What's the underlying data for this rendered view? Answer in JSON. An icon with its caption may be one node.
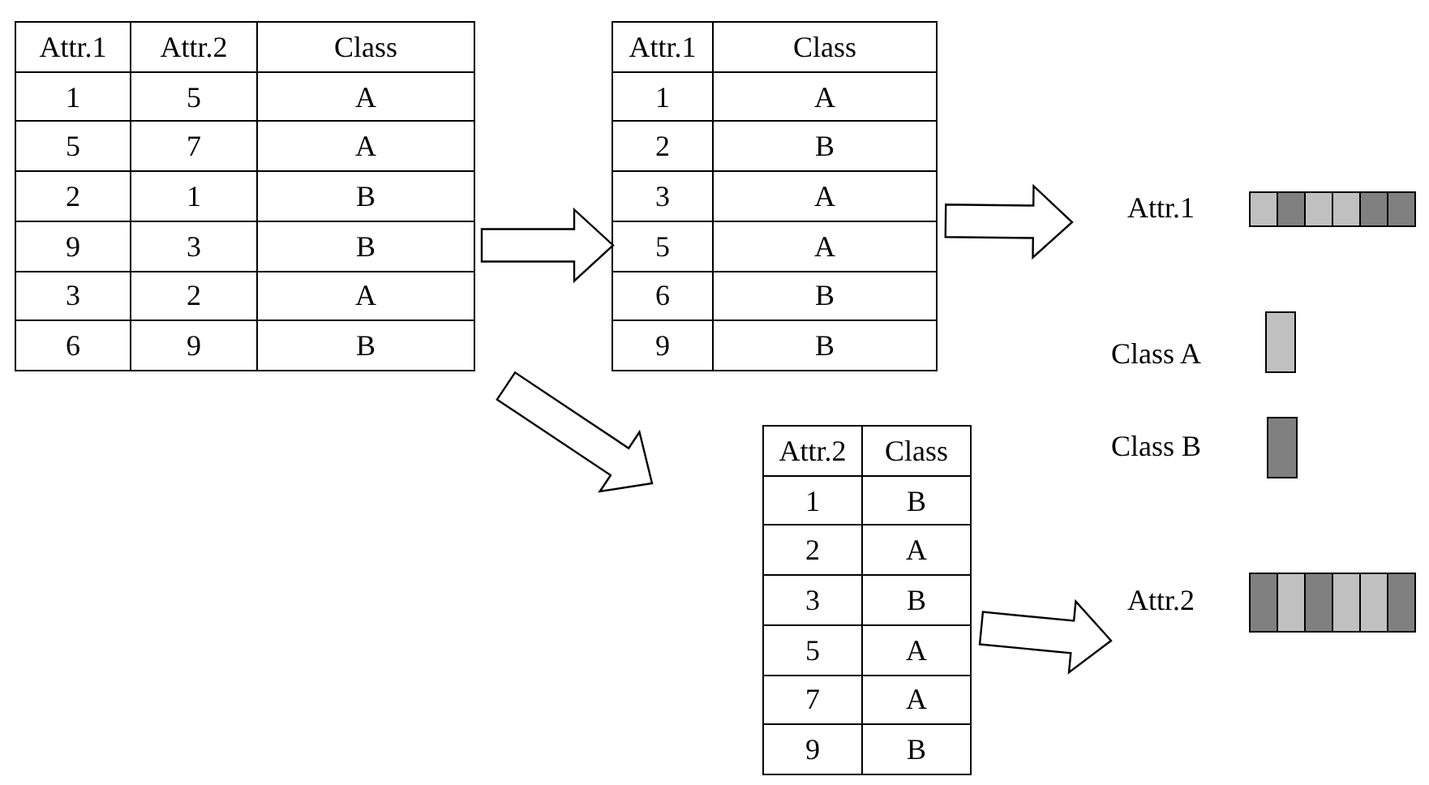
{
  "diagram": {
    "nodes": [
      {
        "text": [
          "Attr.1",
          "Attr.2",
          "Class",
          "1",
          "5",
          "A",
          "5",
          "7",
          "A",
          "2",
          "1",
          "B",
          "9",
          "3",
          "B",
          "3",
          "2",
          "A",
          "6",
          "9",
          "B"
        ]
      },
      {
        "text": [
          "Attr.1",
          "Class",
          "1",
          "A",
          "2",
          "B",
          "3",
          "A",
          "5",
          "A",
          "6",
          "B",
          "9",
          "B"
        ]
      },
      {
        "text": [],
        "shape": "bar",
        "beside": [
          "Attr.1"
        ]
      },
      {
        "text": [
          "Attr.2",
          "Class",
          "1",
          "B",
          "2",
          "A",
          "3",
          "B",
          "5",
          "A",
          "7",
          "A",
          "9",
          "B"
        ]
      },
      {
        "text": [],
        "shape": "bar",
        "beside": [
          "Attr.2"
        ]
      }
    ],
    "edges": [
      {
        "from": 0,
        "to": 1,
        "arrow": "to"
      },
      {
        "from": 0,
        "to": 3,
        "arrow": "to"
      },
      {
        "from": 1,
        "to": 2,
        "arrow": "to"
      },
      {
        "from": 3,
        "to": 4,
        "arrow": "to"
      }
    ],
    "legend": [
      {
        "text": "Class A",
        "color": "#c0c0c0"
      },
      {
        "text": "Class B",
        "color": "#808080"
      }
    ]
  }
}
